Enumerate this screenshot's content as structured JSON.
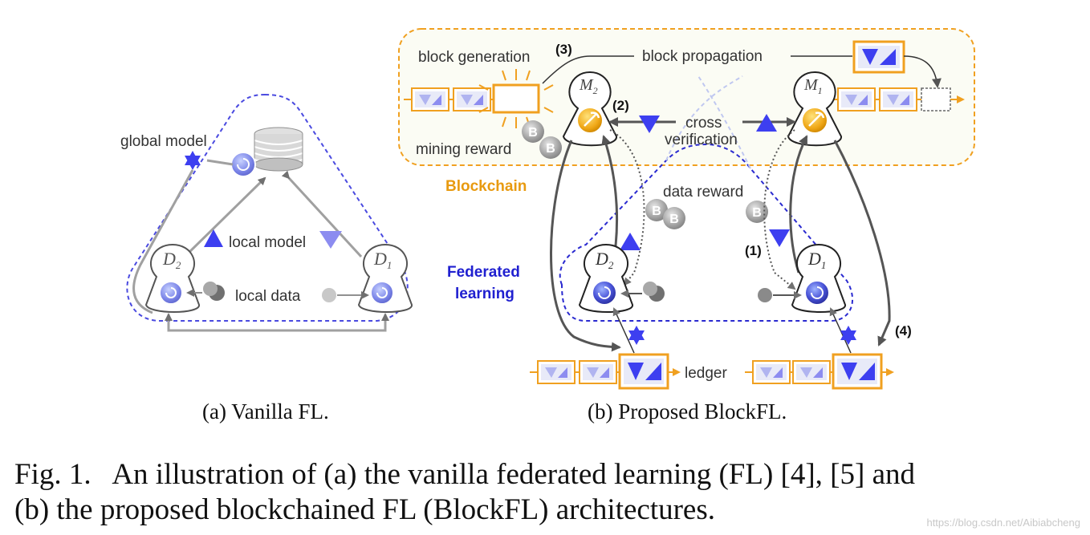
{
  "vanilla": {
    "global_model": "global model",
    "local_model": "local model",
    "local_data": "local data",
    "d2": "D",
    "d2_sub": "2",
    "d1": "D",
    "d1_sub": "1",
    "subcaption": "(a) Vanilla FL."
  },
  "blockfl": {
    "block_generation": "block generation",
    "step3": "(3)",
    "block_propagation": "block propagation",
    "m2": "M",
    "m2_sub": "2",
    "m1": "M",
    "m1_sub": "1",
    "step2": "(2)",
    "cross": "cross",
    "verification": "verification",
    "mining_reward": "mining reward",
    "blockchain": "Blockchain",
    "data_reward": "data reward",
    "federated": "Federated",
    "learning": "learning",
    "step1": "(1)",
    "step4": "(4)",
    "d2": "D",
    "d2_sub": "2",
    "d1": "D",
    "d1_sub": "1",
    "ledger": "ledger",
    "subcaption": "(b) Proposed BlockFL.",
    "coin": "B"
  },
  "caption": {
    "line1": "Fig. 1.   An illustration of (a) the vanilla federated learning (FL) [4], [5] and",
    "line2": "(b) the proposed blockchained FL (BlockFL) architectures."
  },
  "watermark": "https://blog.csdn.net/Aibiabcheng",
  "colors": {
    "orange": "#f0a020",
    "blue": "#3d3ff0",
    "light_blue": "#8c8cf0",
    "gray": "#8a8a8a",
    "blockchain_label": "#e89a10",
    "federated_label": "#2020d0"
  }
}
